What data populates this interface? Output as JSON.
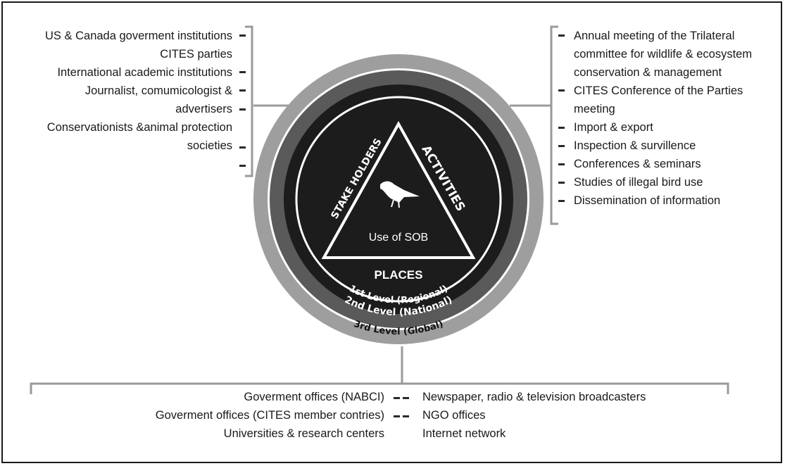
{
  "left_list": [
    "US & Canada goverment institutions",
    "CITES parties",
    "International academic institutions",
    "Journalist, comumicologist &",
    "advertisers",
    "Conservationists &animal protection",
    "societies"
  ],
  "right_list": [
    "Annual meeting of the Trilateral",
    "committee for wildlife & ecosystem",
    "conservation & management",
    "CITES Conference of the Parties",
    "meeting",
    "Import & export",
    "Inspection & survillence",
    "Conferences & seminars",
    "Studies of illegal bird use",
    "Dissemination of information"
  ],
  "bottom_left": [
    "Goverment offices (NABCI)",
    "Goverment offices (CITES member contries)",
    "Universities & research centers"
  ],
  "bottom_right": [
    "Newspaper, radio & television broadcasters",
    "NGO offices",
    "Internet network"
  ],
  "center": {
    "stake_holders": "STAKE HOLDERS",
    "activities": "ACTIVITIES",
    "use": "Use of SOB",
    "places": "PLACES",
    "bird_icon": "bird-icon"
  },
  "rings": {
    "level1": "1st Level (Regional)",
    "level2": "2nd Level (National)",
    "level3": "3rd Level (Global)"
  },
  "colors": {
    "outer_ring": "#9e9e9e",
    "middle_ring": "#5a5a5a",
    "inner_disc": "#1c1c1c",
    "bracket": "#9a9a9a"
  }
}
